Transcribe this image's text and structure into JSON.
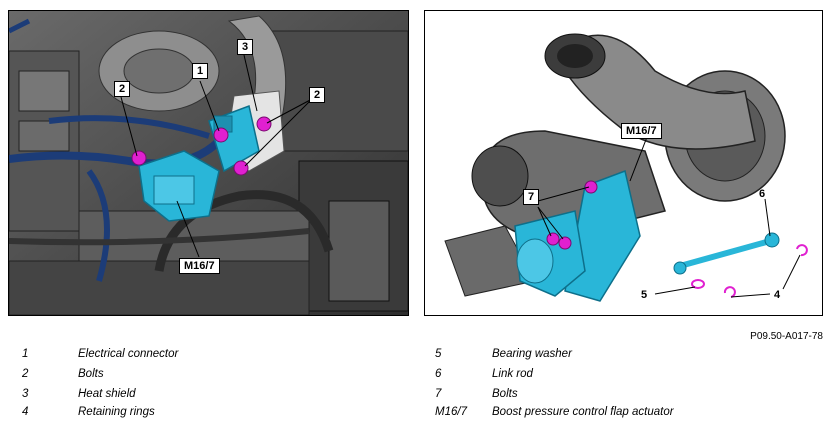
{
  "figure_id": "P09.50-A017-78",
  "left_panel": {
    "callouts": {
      "c1": "1",
      "c2a": "2",
      "c3": "3",
      "c2b": "2",
      "cm": "M16/7"
    }
  },
  "right_panel": {
    "callouts": {
      "cm": "M16/7",
      "c7": "7",
      "c6": "6",
      "c5": "5",
      "c4": "4"
    }
  },
  "legend": [
    {
      "number": "1",
      "text": "Electrical connector"
    },
    {
      "number": "2",
      "text": "Bolts"
    },
    {
      "number": "3",
      "text": "Heat shield"
    },
    {
      "number": "4",
      "text": "Retaining rings"
    },
    {
      "number": "5",
      "text": "Bearing washer"
    },
    {
      "number": "6",
      "text": "Link rod"
    },
    {
      "number": "7",
      "text": "Bolts"
    },
    {
      "number": "M16/7",
      "text": "Boost pressure control flap actuator"
    }
  ],
  "colors": {
    "component_highlight": "#29b6d8",
    "bolt_highlight": "#e020d0",
    "engine_grey": "#8a8a8a",
    "hose_blue": "#1c3c78"
  }
}
